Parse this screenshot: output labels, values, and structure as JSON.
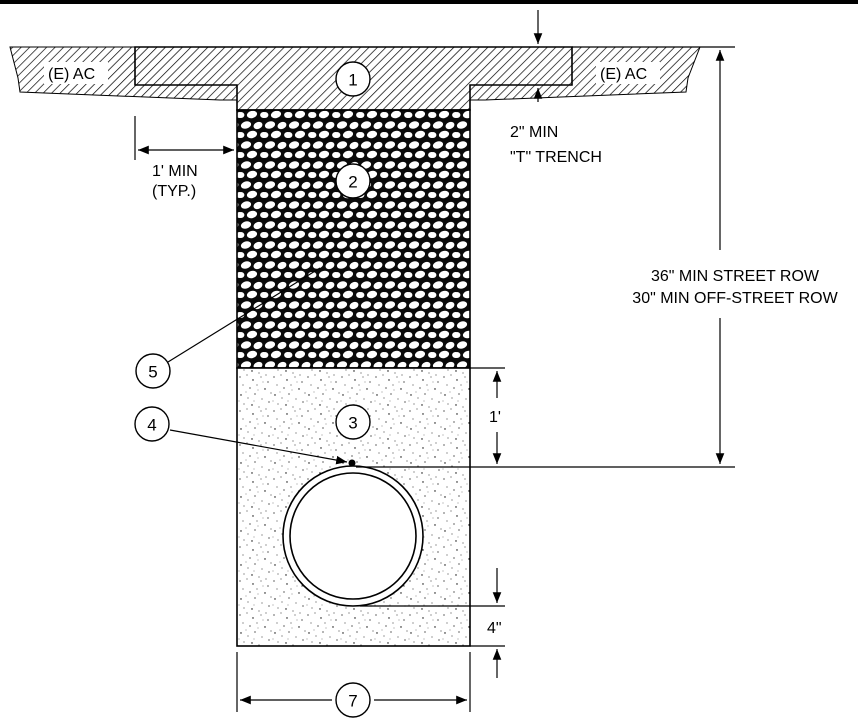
{
  "labels": {
    "existing_ac_left": "(E) AC",
    "existing_ac_right": "(E) AC",
    "side_clearance_line1": "1' MIN",
    "side_clearance_line2": "(TYP.)",
    "t_trench_line1": "2\" MIN",
    "t_trench_line2": "\"T\" TRENCH",
    "depth_line1": "36\" MIN STREET ROW",
    "depth_line2": "30\" MIN OFF-STREET ROW",
    "cover_dim": "1'",
    "bedding_dim": "4\""
  },
  "callouts": [
    "1",
    "2",
    "3",
    "4",
    "5",
    "7"
  ],
  "colors": {
    "ink": "#000000",
    "paper": "#ffffff"
  }
}
